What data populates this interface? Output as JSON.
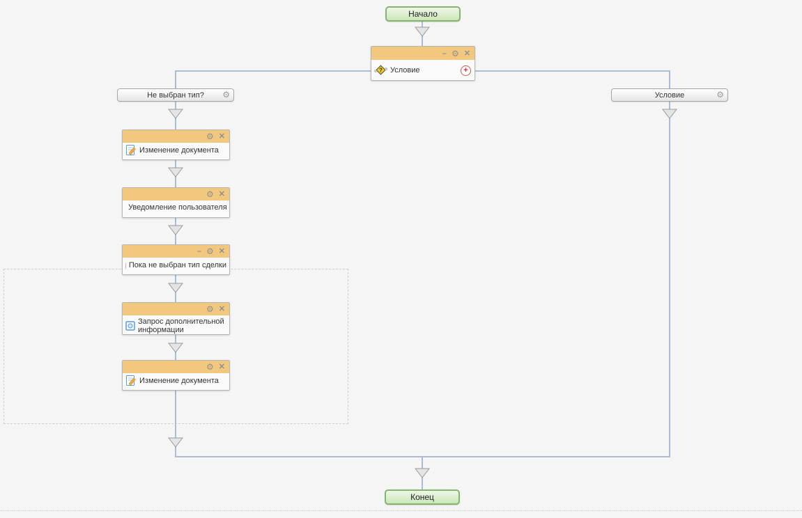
{
  "colors": {
    "background": "#f5f5f6",
    "connector_blue": "#a9bdd4",
    "block_header_orange": "#f2c87e",
    "start_end_green_fill": "#cbe7ba",
    "start_end_green_border": "#85b46b",
    "accent_red": "#cc3333"
  },
  "icons": {
    "minimize": "–",
    "settings": "⚙",
    "close": "✕",
    "add": "+",
    "question": "?"
  },
  "flow": {
    "start_label": "Начало",
    "end_label": "Конец",
    "condition": {
      "label": "Условие"
    },
    "branch_left_label": "Не выбран тип?",
    "branch_right_label": "Условие",
    "activities": [
      {
        "label": "Изменение документа"
      },
      {
        "label": "Уведомление пользователя"
      },
      {
        "label": "Пока не выбран тип сделки"
      },
      {
        "label": "Запрос дополнительной информации"
      },
      {
        "label": "Изменение документа"
      }
    ]
  }
}
